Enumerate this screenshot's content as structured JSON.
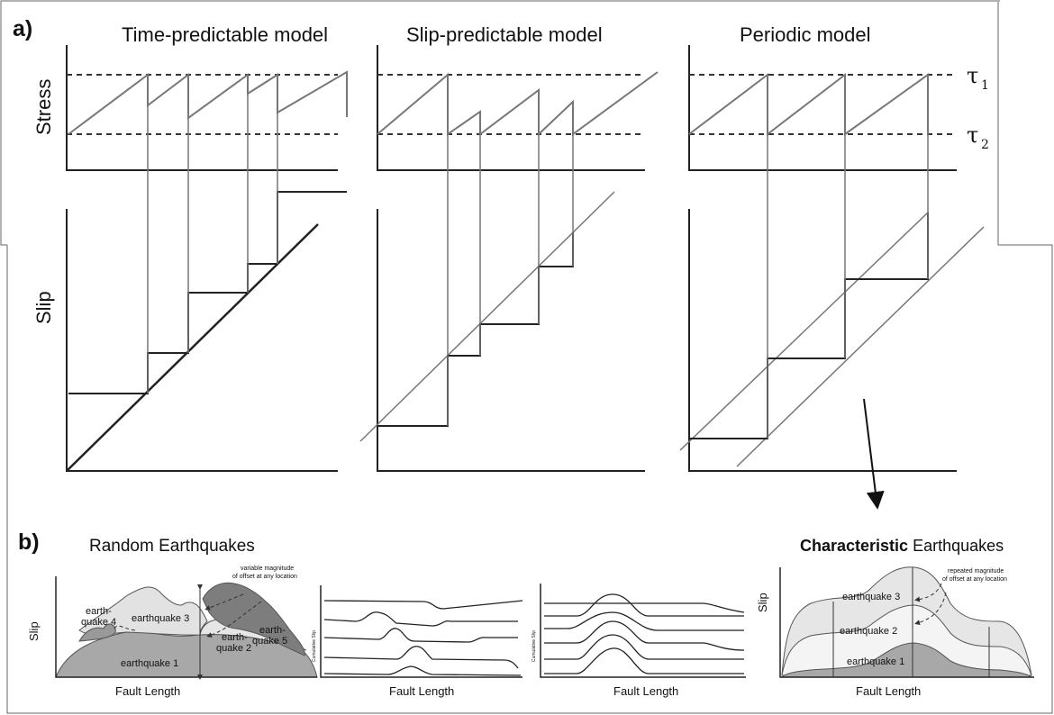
{
  "panel_a": {
    "label": "a)",
    "titles": [
      "Time-predictable model",
      "Slip-predictable model",
      "Periodic model"
    ],
    "stress_axis_label": "Stress",
    "slip_axis_label": "Slip",
    "tau1_symbol": "τ",
    "tau1_sub": "1",
    "tau2_symbol": "τ",
    "tau2_sub": "2"
  },
  "panel_b": {
    "label": "b)",
    "random_title": "Random Earthquakes",
    "characteristic_bold": "Characteristic",
    "characteristic_rest": " Earthquakes",
    "slip_label": "Slip",
    "fault_length_label": "Fault Length",
    "cumulative_slip_label": "Cumulative Slip",
    "random_labels": {
      "eq1": "earthquake 1",
      "eq2a": "earth-",
      "eq2b": "quake 2",
      "eq3": "earthquake 3",
      "eq4a": "earth-",
      "eq4b": "quake 4",
      "eq5a": "earth-",
      "eq5b": "quake 5",
      "note1": "variable magnitude",
      "note2": "of offset at any location"
    },
    "characteristic_labels": {
      "eq1": "earthquake 1",
      "eq2": "earthquake 2",
      "eq3": "earthquake 3",
      "note1": "repeated magnitude",
      "note2": "of offset at any location"
    }
  },
  "colors": {
    "stroke_dark": "#222222",
    "stroke_gray": "#7a7a7a",
    "fill_light": "#e8e8e8",
    "fill_mid": "#b0b0b0",
    "fill_dark": "#7d7d7d"
  }
}
